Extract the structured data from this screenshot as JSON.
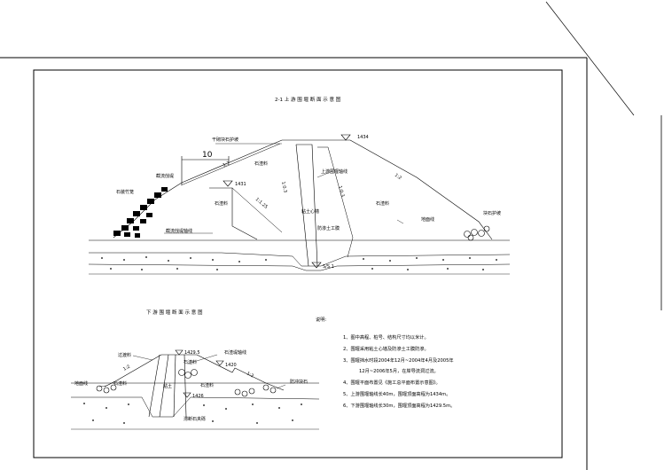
{
  "upstream": {
    "title": "2-1 上 游 围 堰 断 面 示 意 图",
    "labels": {
      "dry_stone": "干砌块石护坡",
      "elev_top": "1434",
      "width_10": "10",
      "slope_top": "1:2",
      "bamboo": "石装竹笼",
      "riprap_left": "截流戗堤",
      "elev_1431": "1431",
      "slope_125": "1:1.25",
      "slope_03": "1:0.3",
      "rock_left": "石渣料",
      "rock_mid": "石渣料",
      "axis_line": "上游围堰轴线",
      "slope_right_a": "1:0.3",
      "core": "粘土心墙",
      "rock_right": "石渣料",
      "slope_right_b": "1:2",
      "protect_right": "块石护坡",
      "ground": "地面线",
      "cutoff": "防渗土工膜",
      "riprap_axis": "截流戗堤轴线",
      "elev_base": "S/S.1"
    }
  },
  "downstream": {
    "title": "下 游 围 堰 断 面 示 意 图",
    "labels": {
      "filter": "过渡料",
      "elev_top": "1429.5",
      "axis_line": "石渣堤轴线",
      "ground": "地面线",
      "rock_left": "石渣料",
      "rock_top": "石渣料",
      "elev_420": "1420",
      "rock_mid": "石渣料",
      "slope_left": "1:2",
      "slope_right": "1:2",
      "core": "粘土",
      "elev_low": "1426",
      "protect": "防冲块石",
      "toe": "滞断石夹砾"
    }
  },
  "notes": {
    "heading": "说明:",
    "items": [
      "1、图中高程、桩号、结构尺寸均以米计。",
      "2、围堰采用粘土心墙及防渗土工膜防渗。",
      "3、围堰挡水时段2004年12月~2004年4月及2005年",
      "12月~2006年5月，在岸导流洞过流。",
      "4、围堰平面布置见《施工总平面布置示意图》。",
      "5、上游围堰轴线长40m，围堰顶面高程为1434m。",
      "6、下游围堰轴线长30m，围堰顶面高程为1429.5m。"
    ]
  }
}
